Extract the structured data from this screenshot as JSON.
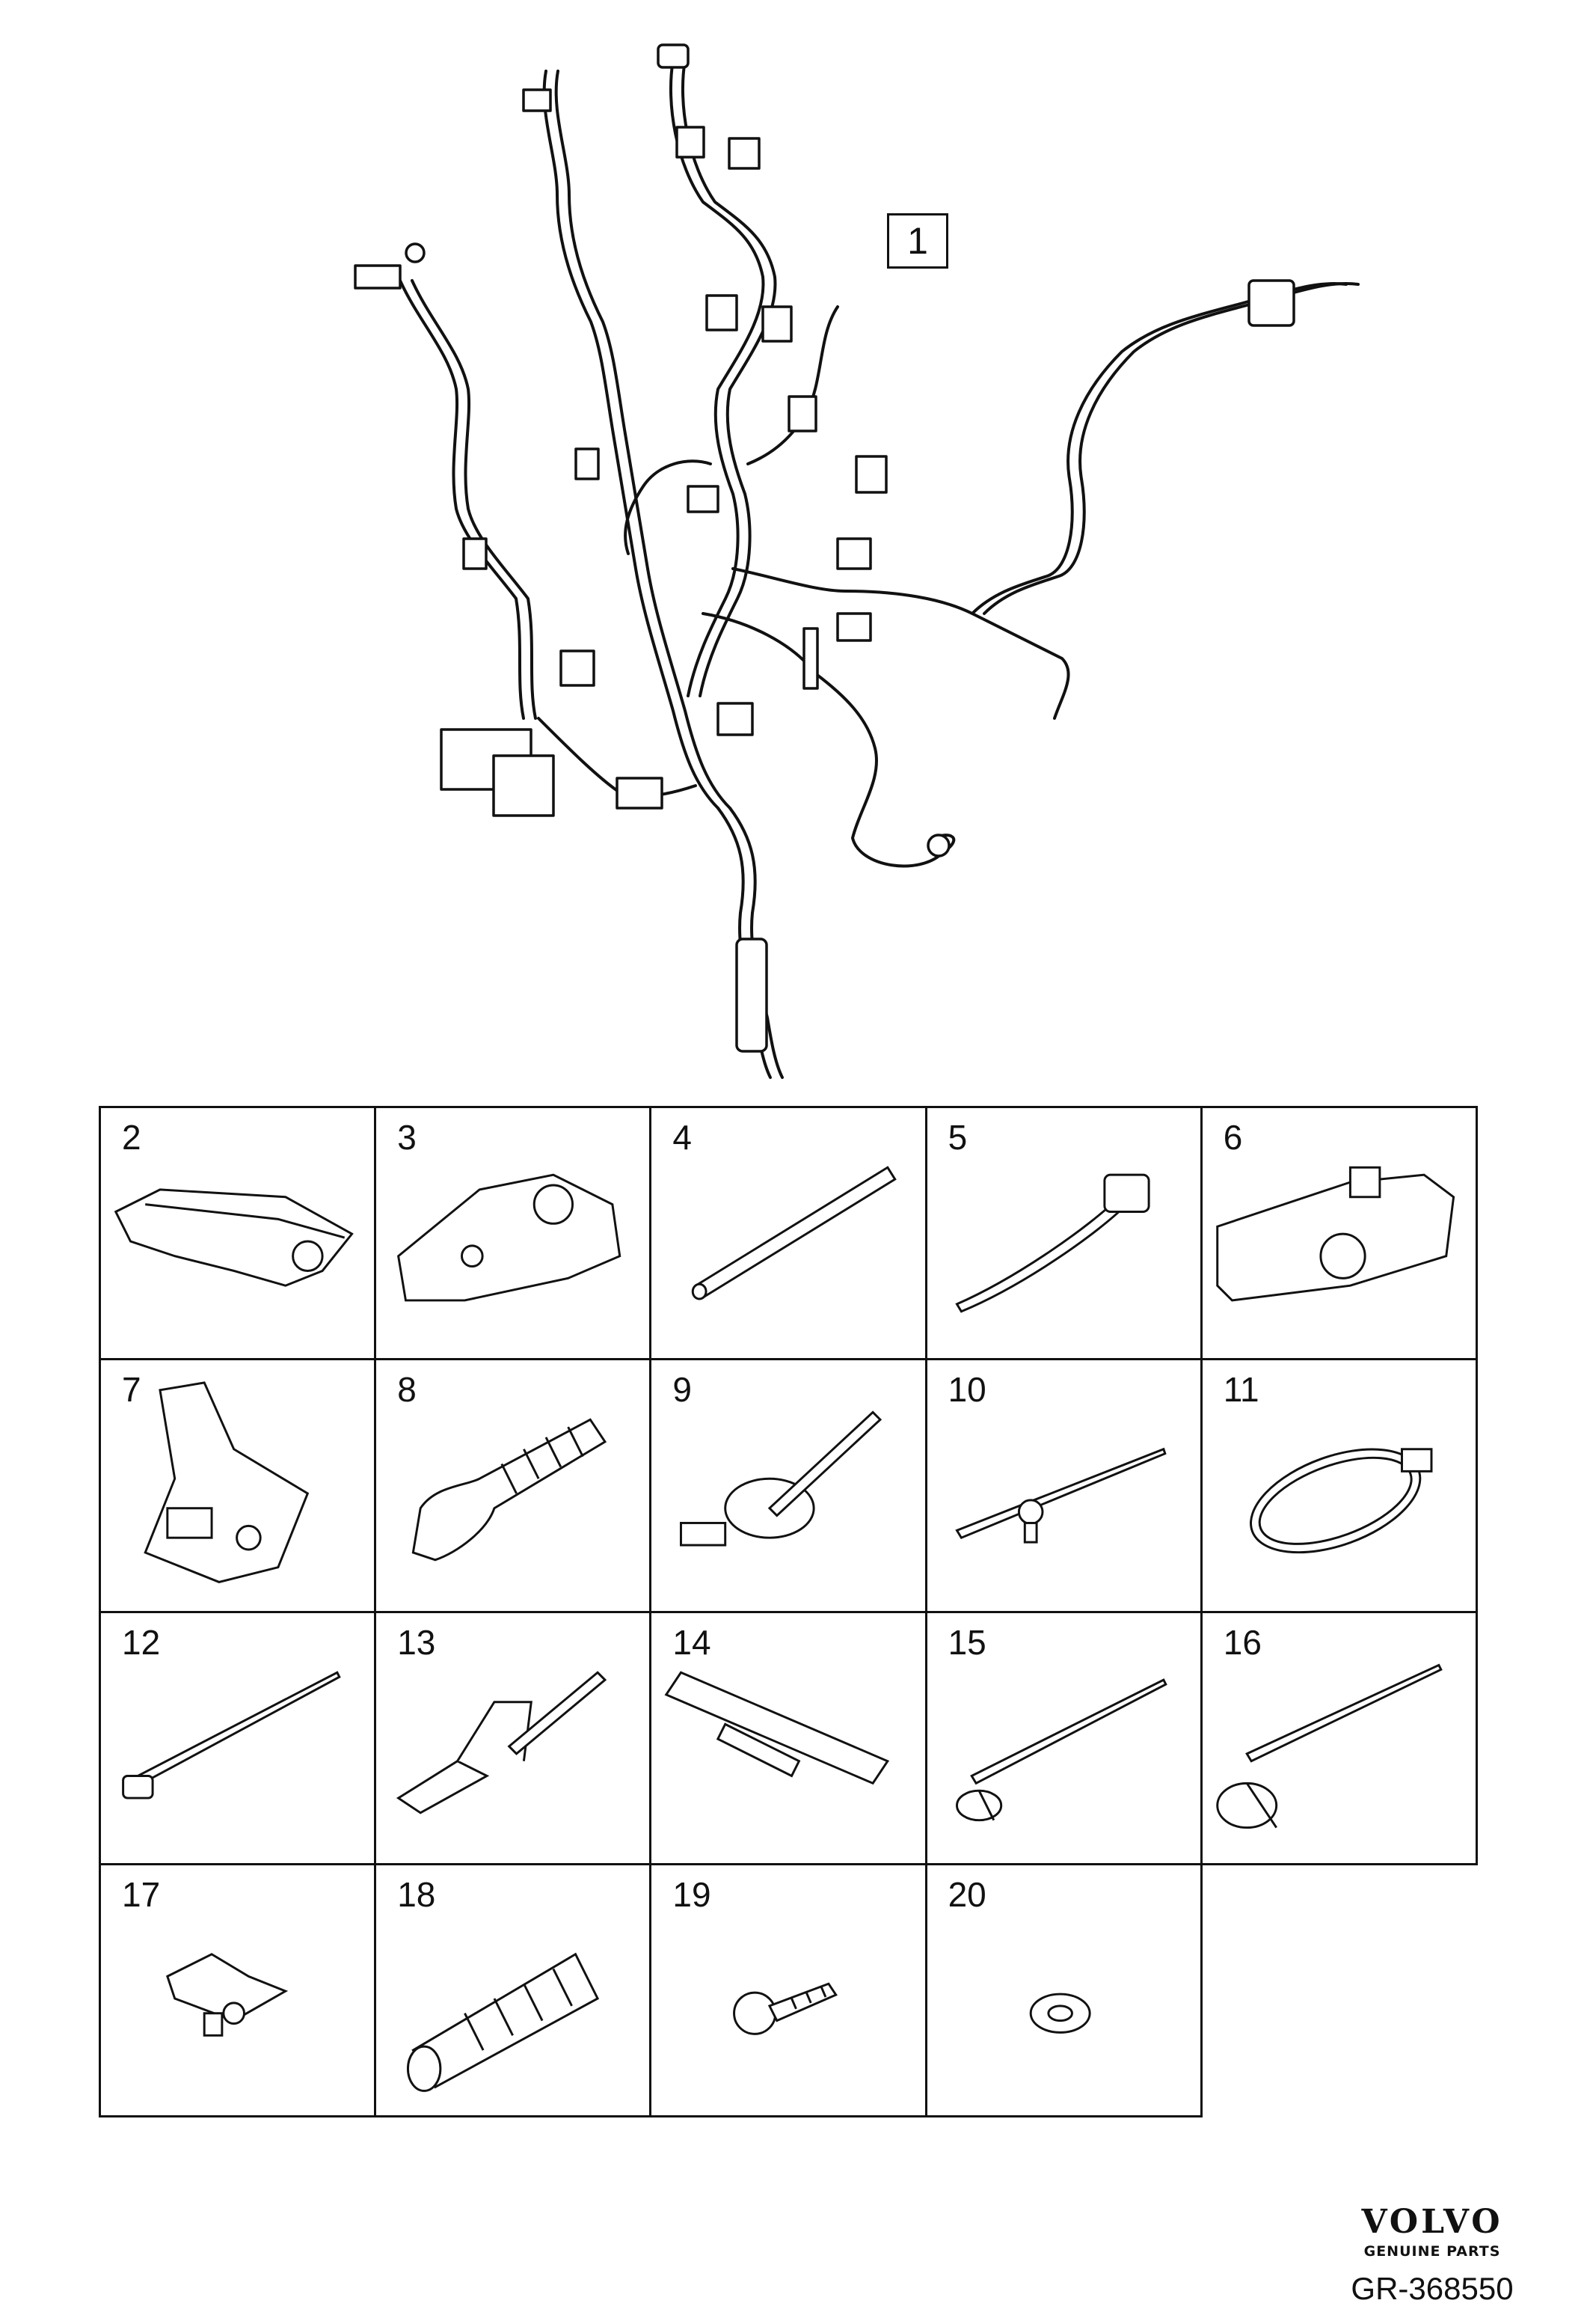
{
  "assembly": {
    "ref_number": "1"
  },
  "parts": [
    {
      "number": "2"
    },
    {
      "number": "3"
    },
    {
      "number": "4"
    },
    {
      "number": "5"
    },
    {
      "number": "6"
    },
    {
      "number": "7"
    },
    {
      "number": "8"
    },
    {
      "number": "9"
    },
    {
      "number": "10"
    },
    {
      "number": "11"
    },
    {
      "number": "12"
    },
    {
      "number": "13"
    },
    {
      "number": "14"
    },
    {
      "number": "15"
    },
    {
      "number": "16"
    },
    {
      "number": "17"
    },
    {
      "number": "18"
    },
    {
      "number": "19"
    },
    {
      "number": "20"
    }
  ],
  "branding": {
    "logo": "VOLVO",
    "tagline": "GENUINE PARTS"
  },
  "document": {
    "id": "GR-368550"
  }
}
